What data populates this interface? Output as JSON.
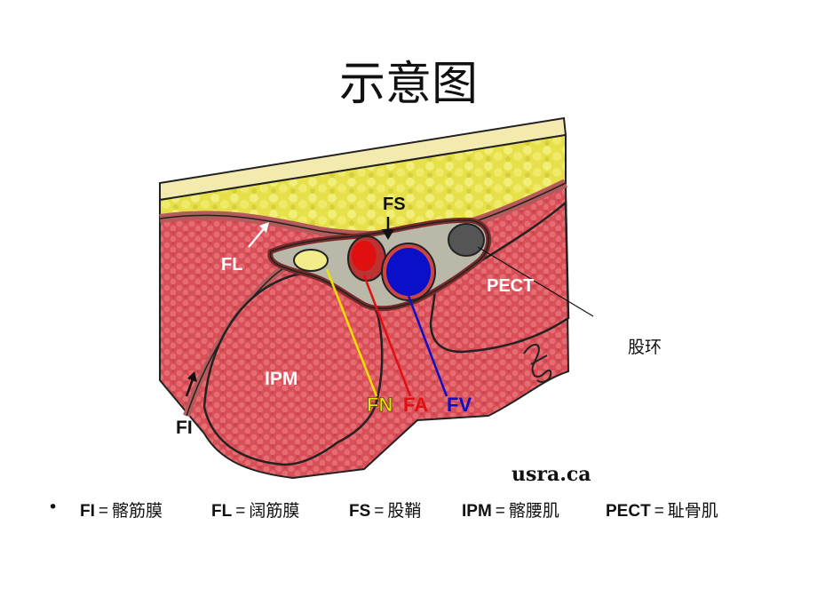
{
  "slide": {
    "title": "示意图"
  },
  "figure": {
    "labels": {
      "fs": "FS",
      "fl": "FL",
      "pect": "PECT",
      "ipm": "IPM",
      "fi": "FI",
      "fn": "FN",
      "fa": "FA",
      "fv": "FV",
      "watermark": "usra.ca"
    },
    "colors": {
      "fat": "#e6e04a",
      "muscle": "#d94f58",
      "artery": "#e01010",
      "vein": "#0a10c8",
      "nerve": "#f2ec8a",
      "sheath": "#b9b8a9"
    }
  },
  "callout": {
    "label": "股环"
  },
  "legend": {
    "bullet": "•",
    "items": [
      {
        "abbr": "FI",
        "eq": "=",
        "text": "髂筋膜"
      },
      {
        "abbr": "FL",
        "eq": "=",
        "text": "阔筋膜"
      },
      {
        "abbr": "FS",
        "eq": "=",
        "text": "股鞘"
      },
      {
        "abbr": "IPM",
        "eq": "=",
        "text": "髂腰肌"
      },
      {
        "abbr": "PECT",
        "eq": "=",
        "text": "耻骨肌"
      }
    ]
  }
}
